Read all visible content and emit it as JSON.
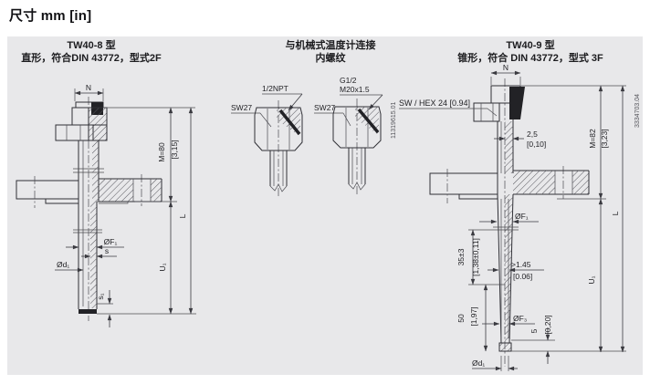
{
  "page": {
    "title": "尺寸 mm [in]"
  },
  "sections": {
    "left": {
      "title1": "TW40-8 型",
      "title2": "直形，符合DIN 43772，型式2F"
    },
    "middle": {
      "title1": "与机械式温度计连接",
      "title2": "内螺纹"
    },
    "right": {
      "title1": "TW40-9 型",
      "title2": "锥形，符合 DIN 43772，型式 3F"
    }
  },
  "left_drawing": {
    "n": "N",
    "m": "M=80",
    "m_in": "[3,15]",
    "l": "L",
    "u1": "U₁",
    "f1": "ØF₁",
    "s": "s",
    "d1": "Ød₁",
    "s1": "s₁"
  },
  "middle_drawing": {
    "npt": "1/2NPT",
    "sw_left": "SW27",
    "g12": "G1/2",
    "m20": "M20x1.5",
    "sw_right": "SW27",
    "doc_number": "11319615.01"
  },
  "right_drawing": {
    "hex": "SW / HEX 24 [0.94]",
    "n": "N",
    "wall": "2,5",
    "wall_in": "[0,10]",
    "m": "M=82",
    "m_in": "[3,23]",
    "l": "L",
    "u1": "U₁",
    "f1": "ØF₁",
    "len35": "35±3",
    "len35_in": "[1,38±0,11]",
    "taper": ">1.45",
    "taper_in": "[0.06]",
    "len50": "50",
    "len50_in": "[1,97]",
    "f3": "ØF₃",
    "tip5": "5",
    "tip5_in": "[0,20]",
    "d1": "Ød₁",
    "doc_number": "3334703.04"
  },
  "colors": {
    "panel_bg": "#e8e8ea",
    "line": "#303036",
    "text": "#222226"
  }
}
